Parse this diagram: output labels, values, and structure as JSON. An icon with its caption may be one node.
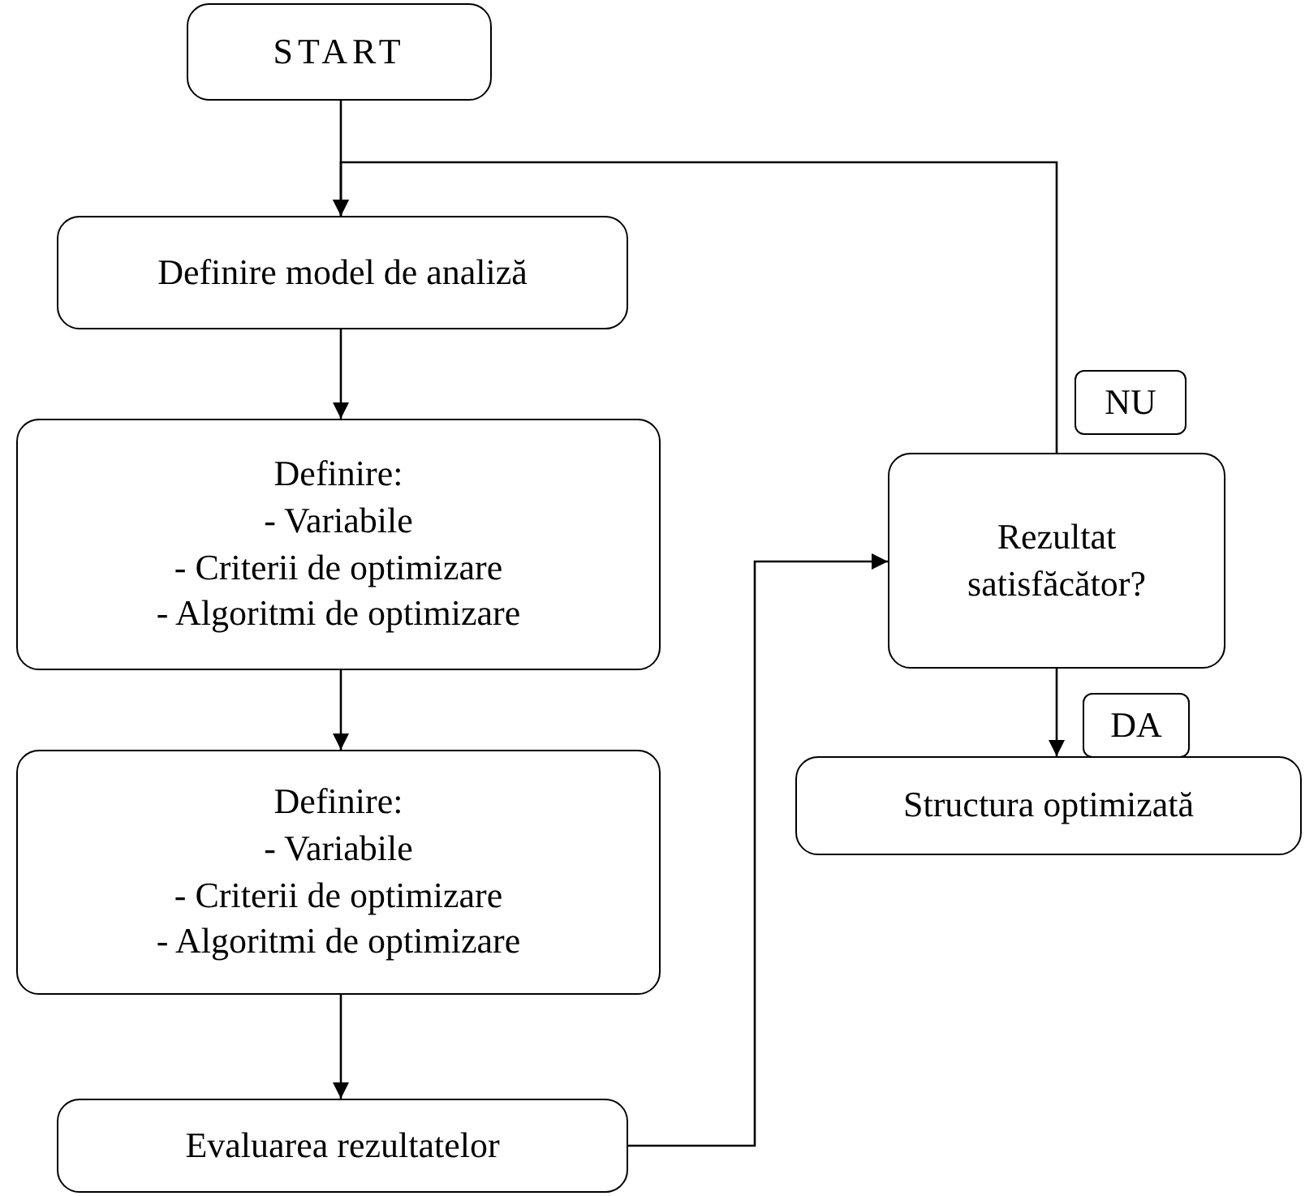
{
  "diagram": {
    "nodes": [
      {
        "text": [
          "START"
        ]
      },
      {
        "text": [
          "Definire model de analiză"
        ]
      },
      {
        "text": [
          "Definire:",
          "- Variabile",
          "- Criterii de optimizare",
          "- Algoritmi de optimizare"
        ]
      },
      {
        "text": [
          "Definire:",
          "- Variabile",
          "- Criterii de optimizare",
          "- Algoritmi de optimizare"
        ]
      },
      {
        "text": [
          "Evaluarea rezultatelor"
        ]
      },
      {
        "text": [
          "Rezultat satisfăcător?"
        ]
      },
      {
        "text": [
          "Structura optimizată"
        ]
      }
    ],
    "edges": [
      {
        "from": 0,
        "to": 1,
        "arrow": "to"
      },
      {
        "from": 1,
        "to": 2,
        "arrow": "to"
      },
      {
        "from": 2,
        "to": 3,
        "arrow": "to"
      },
      {
        "from": 3,
        "to": 4,
        "arrow": "to"
      },
      {
        "from": 4,
        "to": 5,
        "arrow": "to"
      },
      {
        "from": 5,
        "to": 1,
        "arrow": "to",
        "label": "NU"
      },
      {
        "from": 5,
        "to": 6,
        "arrow": "to",
        "label": "DA"
      }
    ]
  }
}
